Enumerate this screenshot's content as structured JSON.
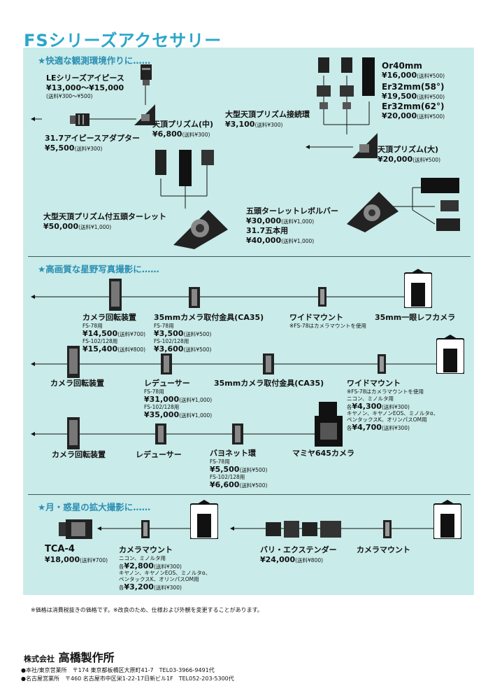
{
  "title": "FSシリーズアクセサリー",
  "sections": [
    "★快適な観測環境作りに……",
    "★高画質な星野写真撮影に……",
    "★月・惑星の拡大撮影に……"
  ],
  "labels": {
    "le_name": "LEシリーズアイピース",
    "le_price": "¥13,000〜¥15,000",
    "le_ship": "(送料¥300〜¥500)",
    "adapter_name": "31.7アイピースアダプター",
    "adapter_price": "¥5,500",
    "adapter_ship": "(送料¥300)",
    "prism_mid_name": "天頂プリズム(中)",
    "prism_mid_price": "¥6,800",
    "prism_mid_ship": "(送料¥300)",
    "prism_ring_name": "大型天頂プリズム接続環",
    "prism_ring_price": "¥3,100",
    "prism_ring_ship": "(送料¥300)",
    "or40_name": "Or40mm",
    "or40_price": "¥16,000",
    "or40_ship": "(送料¥500)",
    "er58_name": "Er32mm(58°)",
    "er58_price": "¥19,500",
    "er58_ship": "(送料¥500)",
    "er62_name": "Er32mm(62°)",
    "er62_price": "¥20,000",
    "er62_ship": "(送料¥500)",
    "prism_large_name": "天頂プリズム(大)",
    "prism_large_price": "¥20,000",
    "prism_large_ship": "(送料¥500)",
    "turret_name": "大型天頂プリズム付五頭ターレット",
    "turret_price": "¥50,000",
    "turret_ship": "(送料¥1,000)",
    "revolver_name": "五頭ターレットレボルバー",
    "revolver_price": "¥30,000",
    "revolver_ship": "(送料¥1,000)",
    "revolver5_name": "31.7五本用",
    "revolver5_price": "¥40,000",
    "revolver5_ship": "(送料¥1,000)",
    "rot1_name": "カメラ回転装置",
    "rot1_fs78": "FS-78用",
    "rot1_price1": "¥14,500",
    "rot1_ship1": "(送料¥700)",
    "rot1_fs102": "FS-102/128用",
    "rot1_price2": "¥15,400",
    "rot1_ship2": "(送料¥800)",
    "ca35a_name": "35mmカメラ取付金具(CA35)",
    "ca35a_fs78": "FS-78用",
    "ca35a_price1": "¥3,500",
    "ca35a_ship1": "(送料¥500)",
    "ca35a_fs102": "FS-102/128用",
    "ca35a_price2": "¥3,600",
    "ca35a_ship2": "(送料¥500)",
    "wide1_name": "ワイドマウント",
    "wide1_note": "※FS-78はカメラマウントを使用",
    "slr_name": "35mm一眼レフカメラ",
    "rot2_name": "カメラ回転装置",
    "red1_name": "レデューサー",
    "red1_fs78": "FS-78用",
    "red1_price1": "¥31,000",
    "red1_ship1": "(送料¥1,000)",
    "red1_fs102": "FS-102/128用",
    "red1_price2": "¥35,000",
    "red1_ship2": "(送料¥1,000)",
    "ca35b_name": "35mmカメラ取付金具(CA35)",
    "wide2_name": "ワイドマウント",
    "wide2_note": "※FS-78はカメラマウントを使用",
    "wide2_l1": "ニコン、ミノルタ用",
    "wide2_l2a": "各",
    "wide2_price1": "¥4,300",
    "wide2_ship1": "(送料¥300)",
    "wide2_l3": "キヤノン、キヤノンEOS、ミノルタα、",
    "wide2_l4": "ペンタックスK、オリンパスOM用",
    "wide2_l5a": "各",
    "wide2_price2": "¥4,700",
    "wide2_ship2": "(送料¥300)",
    "rot3_name": "カメラ回転装置",
    "red2_name": "レデューサー",
    "bay_name": "バヨネット環",
    "bay_fs78": "FS-78用",
    "bay_price1": "¥5,500",
    "bay_ship1": "(送料¥500)",
    "bay_fs102": "FS-102/128用",
    "bay_price2": "¥6,600",
    "bay_ship2": "(送料¥500)",
    "mamiya_name": "マミヤ645カメラ",
    "tca_name": "TCA-4",
    "tca_price": "¥18,000",
    "tca_ship": "(送料¥700)",
    "cm1_name": "カメラマウント",
    "cm1_l1": "ニコン、ミノルタ用",
    "cm1_l2a": "各",
    "cm1_price1": "¥2,800",
    "cm1_ship1": "(送料¥300)",
    "cm1_l3": "キヤノン、キヤノンEOS、ミノルタα、",
    "cm1_l4": "ペンタックスK、オリンパスOM用",
    "cm1_l5a": "各",
    "cm1_price2": "¥3,200",
    "cm1_ship2": "(送料¥300)",
    "vari_name": "バリ・エクステンダー",
    "vari_price": "¥24,000",
    "vari_ship": "(送料¥800)",
    "cm2_name": "カメラマウント"
  },
  "footnote": "※価格は消費税抜きの価格です。※改良のため、仕様および外観を変更することがあります。",
  "company": {
    "prefix": "株式会社",
    "name": "高橋製作所",
    "office1": "●本社/東京営業所　〒174 東京都板橋区大原町41-7　TEL03-3966-9491代",
    "office2": "●名古屋営業所　〒460 名古屋市中区栄1-22-17日新ビル1F　TEL052-203-5300代"
  },
  "colors": {
    "title": "#2aa6c9",
    "panel": "#c9ebe9",
    "section": "#2a8fb3"
  },
  "icons": [
    "eyepiece-icon",
    "prism-icon",
    "camera-icon",
    "mount-ring-icon",
    "arrow-icon"
  ]
}
